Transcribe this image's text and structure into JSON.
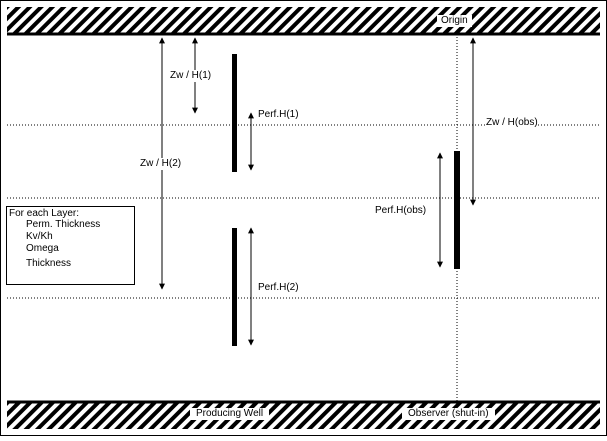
{
  "labels": {
    "origin": "Origin",
    "zw_h1": "Zw / H(1)",
    "zw_h2": "Zw / H(2)",
    "perf_h1": "Perf.H(1)",
    "perf_h2": "Perf.H(2)",
    "zw_hobs": "Zw / H(obs)",
    "perf_hobs": "Perf.H(obs)",
    "producing_well": "Producing Well",
    "observer": "Observer (shut-in)"
  },
  "layer_box": {
    "title": "For each Layer:",
    "items": [
      "Perm. Thickness",
      "Kv/Kh",
      "Omega",
      "Thickness"
    ]
  }
}
